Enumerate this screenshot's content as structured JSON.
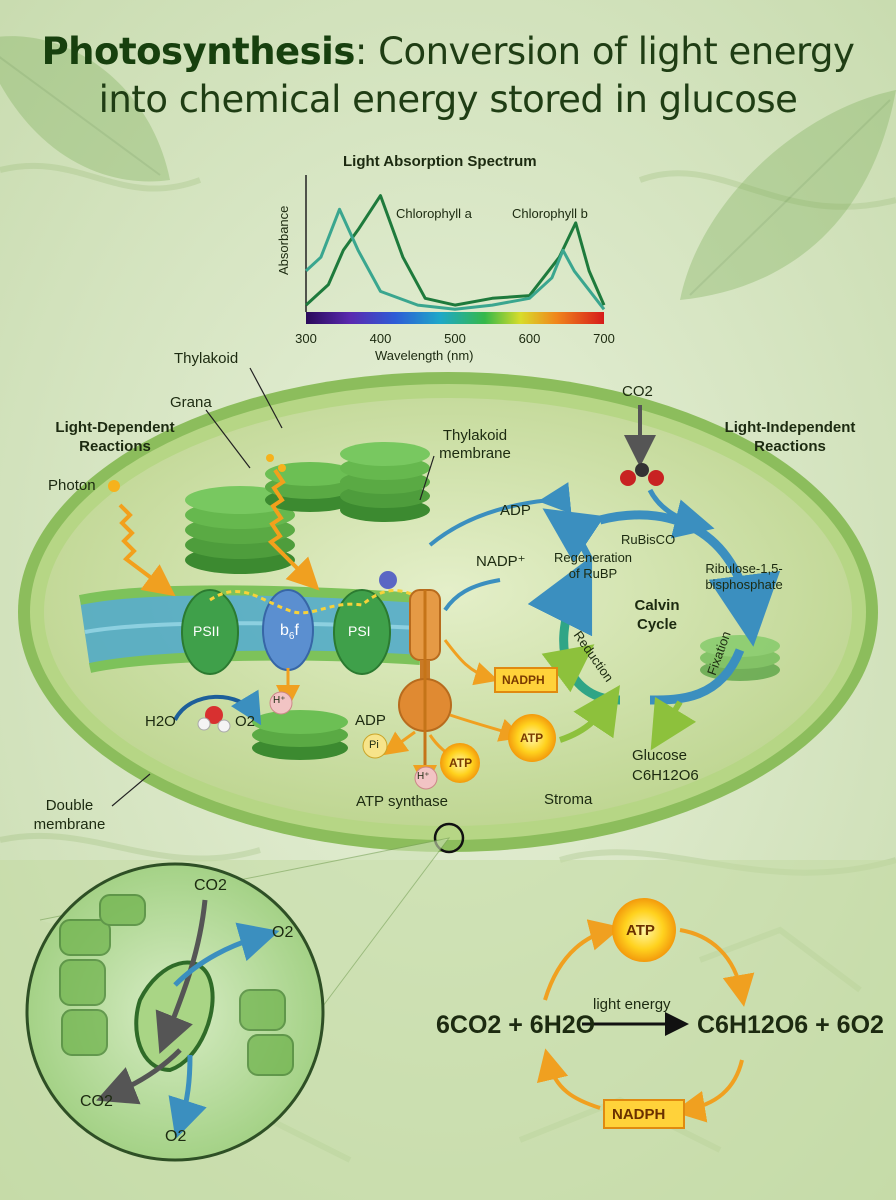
{
  "title": {
    "bold": "Photosynthesis",
    "rest": ": Conversion of light energy",
    "line2": "into chemical energy stored in glucose"
  },
  "spectrum": {
    "title": "Light Absorption Spectrum",
    "ylabel": "Absorbance",
    "xlabel": "Wavelength (nm)",
    "series_a": "Chlorophyll a",
    "series_b": "Chlorophyll b",
    "ticks": [
      "300",
      "400",
      "500",
      "600",
      "700"
    ]
  },
  "chart_data": {
    "type": "line",
    "title": "Light Absorption Spectrum",
    "xlabel": "Wavelength (nm)",
    "ylabel": "Absorbance",
    "xlim": [
      300,
      700
    ],
    "series": [
      {
        "name": "Chlorophyll a",
        "x": [
          300,
          330,
          350,
          370,
          400,
          430,
          460,
          500,
          550,
          600,
          640,
          662,
          680,
          700
        ],
        "y": [
          0.05,
          0.2,
          0.45,
          0.6,
          0.85,
          0.4,
          0.1,
          0.05,
          0.1,
          0.12,
          0.4,
          0.65,
          0.3,
          0.05
        ]
      },
      {
        "name": "Chlorophyll b",
        "x": [
          300,
          320,
          345,
          370,
          400,
          450,
          500,
          550,
          600,
          630,
          645,
          660,
          700
        ],
        "y": [
          0.3,
          0.4,
          0.75,
          0.45,
          0.15,
          0.05,
          0.02,
          0.05,
          0.1,
          0.25,
          0.45,
          0.3,
          0.02
        ]
      }
    ]
  },
  "labels": {
    "thylakoid": "Thylakoid",
    "grana": "Grana",
    "light_dependent": "Light-Dependent Reactions",
    "light_independent": "Light-Independent Reactions",
    "photon": "Photon",
    "thylakoid_membrane": "Thylakoid membrane",
    "psii": "PSII",
    "b6f": "b",
    "b6f_sub": "6",
    "b6f_end": "f",
    "psi": "PSI",
    "h2o": "H2O",
    "o2": "O2",
    "hplus": "H⁺",
    "adp": "ADP",
    "pi": "Pi",
    "atp": "ATP",
    "atp_synthase": "ATP synthase",
    "nadph": "NADPH",
    "nadp": "NADP⁺",
    "stroma": "Stroma",
    "co2": "CO2",
    "rubisco": "RuBisCO",
    "rubp": "Ribulose-1,5-bisphosphate",
    "regen": "Regeneration of RuBP",
    "calvin": "Calvin Cycle",
    "reduction": "Reduction",
    "fixation": "Fixation",
    "glucose": "Glucose",
    "glucose_formula": "C6H12O6",
    "double_membrane": "Double membrane"
  },
  "equation": {
    "left": "6CO2 + 6H2O",
    "arrow_label": "light energy",
    "right": "C6H12O6 + 6O2",
    "atp": "ATP",
    "nadph": "NADPH"
  },
  "stomata": {
    "co2_in": "CO2",
    "o2_out_top": "O2",
    "co2_out": "CO2",
    "o2_out": "O2"
  }
}
